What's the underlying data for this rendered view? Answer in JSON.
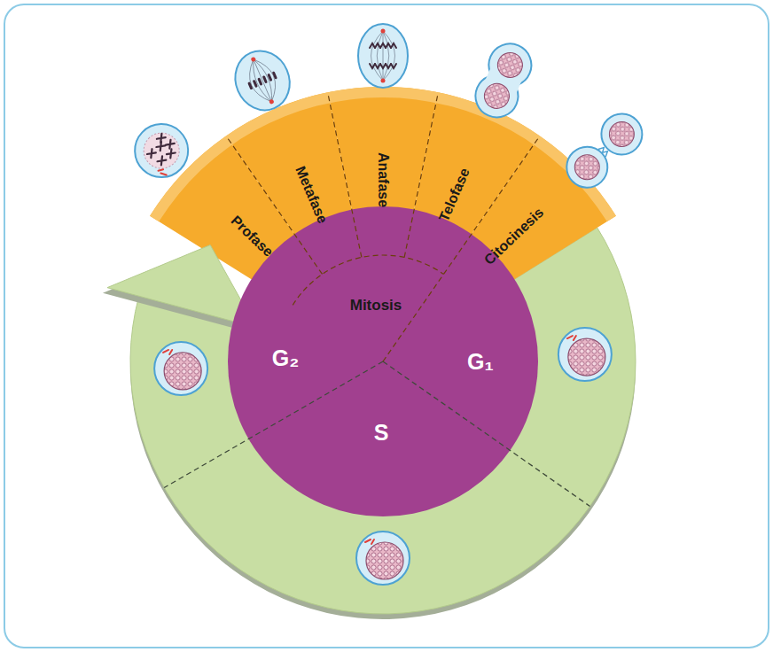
{
  "diagram": {
    "nodes": [
      {
        "text": [
          "Profase"
        ]
      },
      {
        "text": [
          "Metafase"
        ]
      },
      {
        "text": [
          "Anafase"
        ]
      },
      {
        "text": [
          "Telofase"
        ]
      },
      {
        "text": [
          "Citocinesis"
        ]
      },
      {
        "text": [
          "Mitosis"
        ]
      },
      {
        "text": [
          "G₂"
        ]
      },
      {
        "text": [
          "S"
        ]
      },
      {
        "text": [
          "G₁"
        ]
      }
    ]
  }
}
